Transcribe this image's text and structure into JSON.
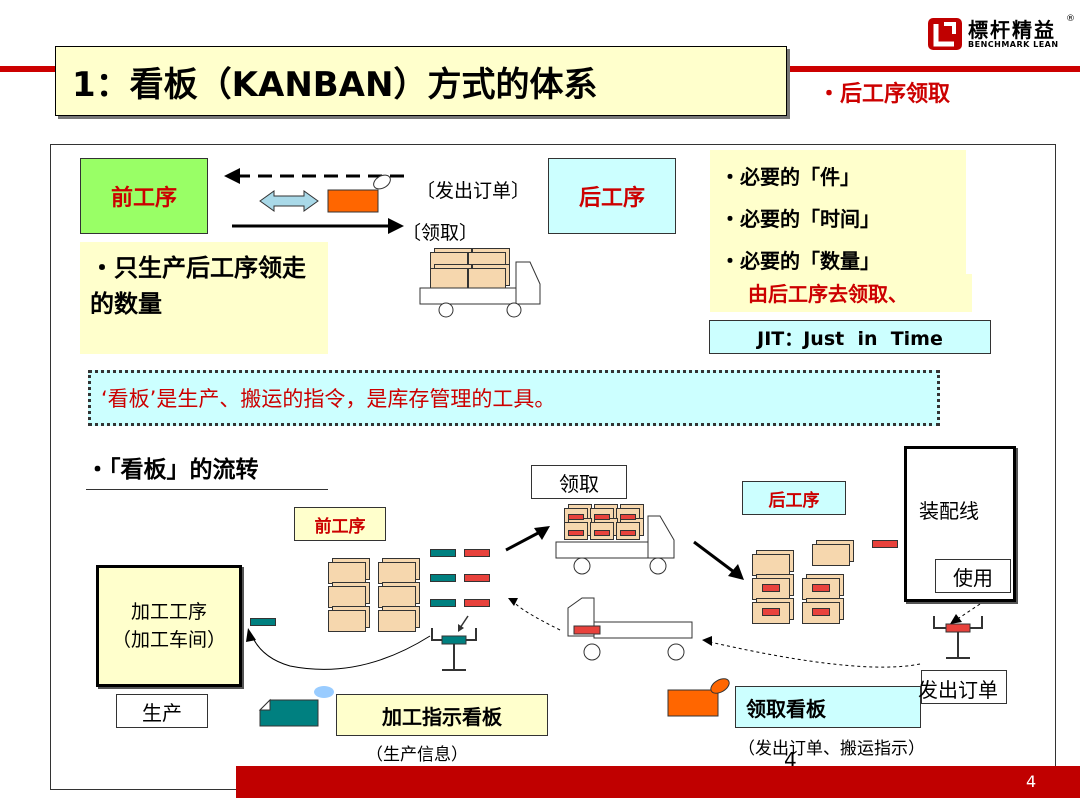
{
  "colors": {
    "accent_red": "#cc0000",
    "title_fill": "#ffffcc",
    "light_yellow": "#ffffcc",
    "cyan_box": "#ccffff",
    "green_box": "#99ff66",
    "teal": "#008080",
    "orange": "#ff6600",
    "footer_red": "#c00000"
  },
  "logo": {
    "name_cn": "標杆精益",
    "name_en": "BENCHMARK LEAN",
    "registered": "®"
  },
  "slide": {
    "title": "1：看板（KANBAN）方式的体系",
    "subtitle": "・后工序领取",
    "page_number": "4"
  },
  "top": {
    "prev_process": "前工序",
    "next_process": "后工序",
    "order_label": "〔发出订单〕",
    "pickup_label": "〔领取〕",
    "only_produce": "・只生产后工序领走的数量",
    "necessary_items": [
      "・必要的「件」",
      "・必要的「时间」",
      "・必要的「数量」"
    ],
    "pull_note": "由后工序去领取、",
    "jit": "JIT：Just  in  Time"
  },
  "definition": "‘看板’是生产、搬运的指令，是库存管理的工具。",
  "flow": {
    "heading": "・「看板」的流转",
    "pickup": "领取",
    "prev_process": "前工序",
    "next_process": "后工序",
    "assembly_line": "装配线",
    "use": "使用",
    "processing": "加工工序\n（加工车间）",
    "production": "生产",
    "production_kanban": "加工指示看板",
    "production_info": "（生产信息）",
    "order": "发出订单",
    "withdrawal_kanban": "领取看板",
    "withdrawal_info": "（发出订单、搬运指示）",
    "small_number": "4"
  }
}
